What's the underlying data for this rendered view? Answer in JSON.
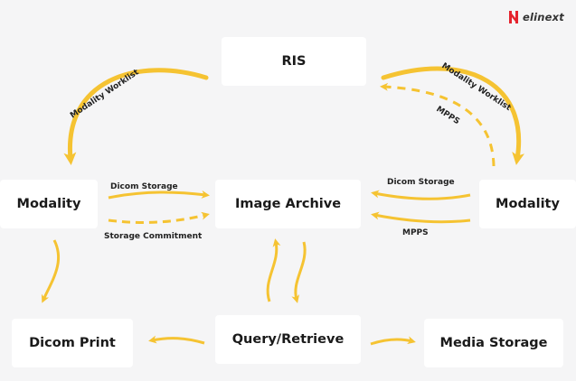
{
  "brand": {
    "logo_text": "elinext",
    "logo_icon": "elinext-logo-icon",
    "logo_color": "#e5232e"
  },
  "colors": {
    "arrow": "#f5c332",
    "box": "#ffffff",
    "background": "#f5f5f6",
    "text": "#1a1a1a"
  },
  "nodes": {
    "ris": "RIS",
    "modality_left": "Modality",
    "image_archive": "Image Archive",
    "modality_right": "Modality",
    "dicom_print": "Dicom Print",
    "query_retrieve": "Query/Retrieve",
    "media_storage": "Media Storage"
  },
  "edges": {
    "modality_worklist_left": "Modality Worklist",
    "modality_worklist_right": "Modality Worklist",
    "mpps_top": "MPPS",
    "dicom_storage_left": "Dicom Storage",
    "storage_commitment": "Storage Commitment",
    "dicom_storage_right": "Dicom Storage",
    "mpps_bottom": "MPPS"
  }
}
